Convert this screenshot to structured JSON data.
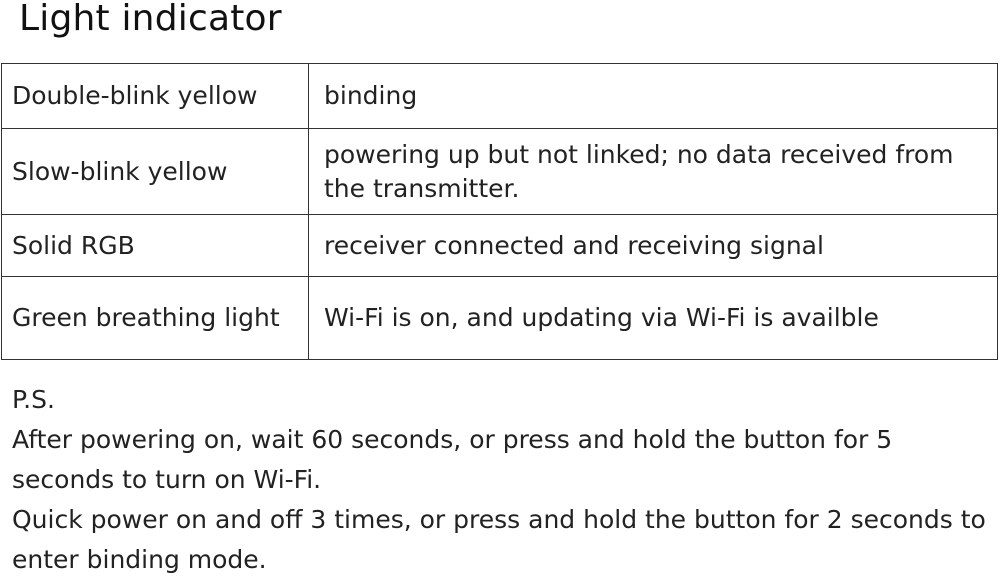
{
  "title": "Light indicator",
  "table": {
    "rows": [
      {
        "state": "Double-blink yellow",
        "meaning": "binding"
      },
      {
        "state": "Slow-blink yellow",
        "meaning": "powering up but not linked; no data received from the transmitter."
      },
      {
        "state": "Solid RGB",
        "meaning": "receiver connected and receiving signal"
      },
      {
        "state": "Green breathing light",
        "meaning": "Wi-Fi is on, and updating via Wi-Fi is availble"
      }
    ]
  },
  "notes": {
    "heading": "P.S.",
    "lines": [
      "After powering on, wait 60 seconds, or press and hold the button for 5 seconds to turn on Wi-Fi.",
      "Quick power on and off 3 times, or press and hold the button for 2 seconds to enter binding mode."
    ]
  }
}
